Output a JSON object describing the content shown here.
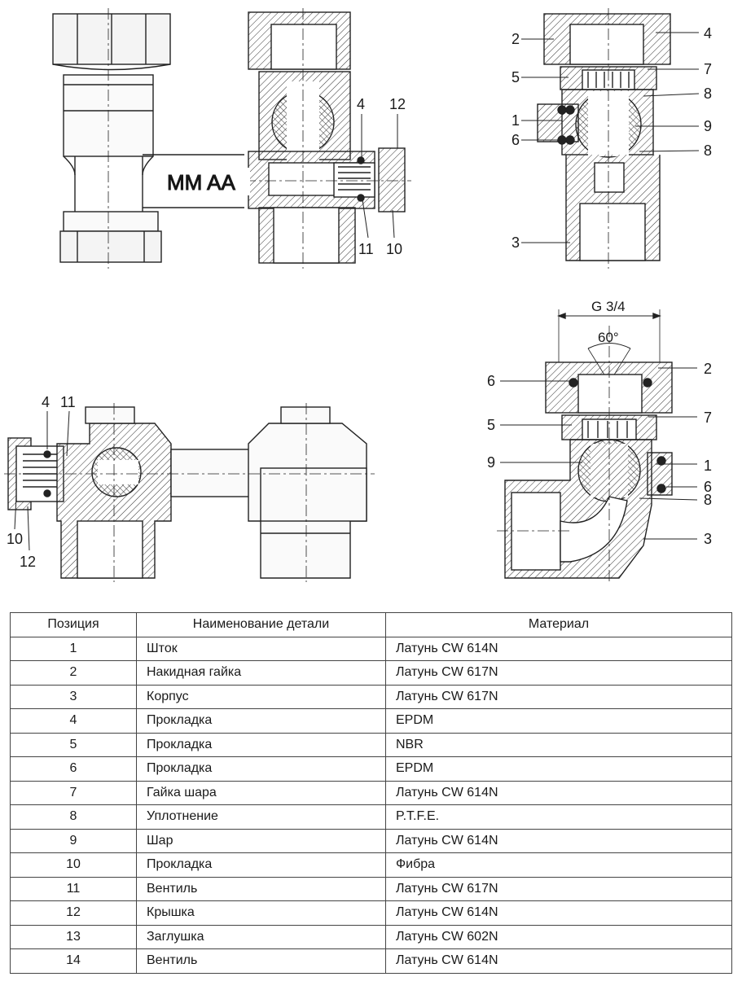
{
  "drawings": {
    "marking_text": "MM AA",
    "dimension_label": "G 3/4",
    "angle_label": "60°",
    "view_a_callouts": [
      "4",
      "12",
      "11",
      "10"
    ],
    "view_b_callouts": [
      "2",
      "4",
      "5",
      "7",
      "8",
      "1",
      "9",
      "6",
      "8",
      "3"
    ],
    "view_c_callouts": [
      "4",
      "11",
      "10",
      "12"
    ],
    "view_d_callouts": [
      "6",
      "2",
      "5",
      "7",
      "9",
      "1",
      "6",
      "8",
      "3"
    ]
  },
  "table": {
    "headers": [
      "Позиция",
      "Наименование детали",
      "Материал"
    ],
    "rows": [
      [
        "1",
        "Шток",
        "Латунь CW 614N"
      ],
      [
        "2",
        "Накидная гайка",
        "Латунь CW 617N"
      ],
      [
        "3",
        "Корпус",
        "Латунь CW 617N"
      ],
      [
        "4",
        "Прокладка",
        "EPDM"
      ],
      [
        "5",
        "Прокладка",
        "NBR"
      ],
      [
        "6",
        "Прокладка",
        "EPDM"
      ],
      [
        "7",
        "Гайка шара",
        "Латунь CW 614N"
      ],
      [
        "8",
        "Уплотнение",
        "P.T.F.E."
      ],
      [
        "9",
        "Шар",
        "Латунь CW 614N"
      ],
      [
        "10",
        "Прокладка",
        "Фибра"
      ],
      [
        "11",
        "Вентиль",
        "Латунь CW 617N"
      ],
      [
        "12",
        "Крышка",
        "Латунь CW 614N"
      ],
      [
        "13",
        "Заглушка",
        "Латунь CW 602N"
      ],
      [
        "14",
        "Вентиль",
        "Латунь CW 614N"
      ]
    ]
  }
}
